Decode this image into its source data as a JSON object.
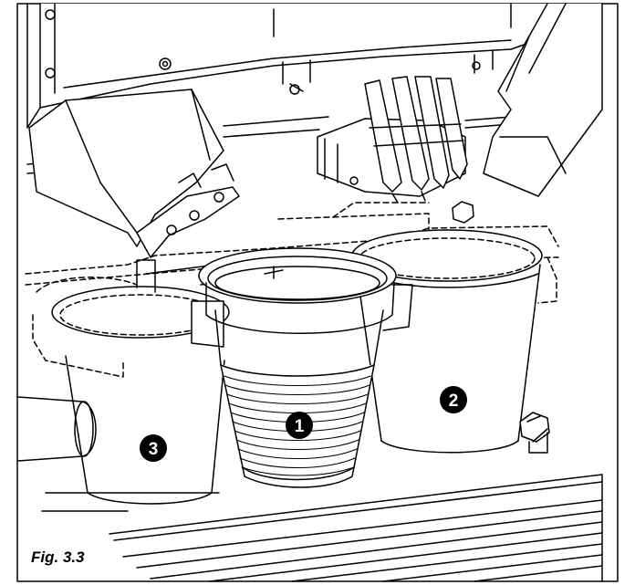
{
  "figure": {
    "caption": "Fig. 3.3",
    "callouts": [
      {
        "label": "1",
        "part": "cup"
      },
      {
        "label": "2",
        "part": "cup"
      },
      {
        "label": "3",
        "part": "cup"
      }
    ],
    "colors": {
      "line": "#000000",
      "background": "#ffffff",
      "badge": "#000000",
      "badge_text": "#ffffff"
    }
  }
}
